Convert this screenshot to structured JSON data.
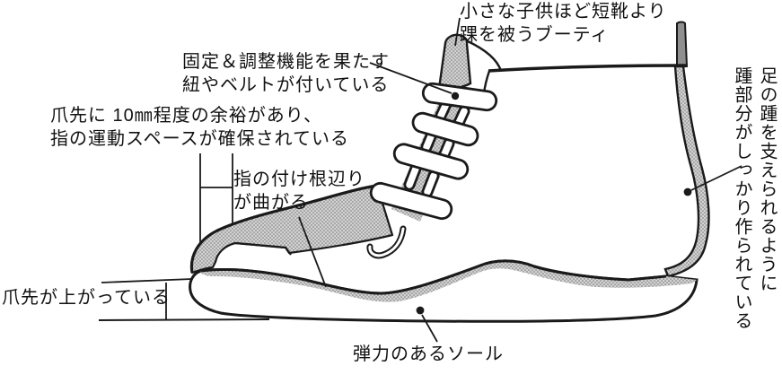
{
  "diagram": {
    "subject": "children-shoe-feature-diagram",
    "colors": {
      "line": "#1a1a1a",
      "shading": "#c9c9c9",
      "background": "#ffffff"
    },
    "labels": {
      "bootie": "小さな子供ほど短靴より\n踝を被うブーティ",
      "lacing": "固定＆調整機能を果たす\n紐やベルトが付いている",
      "toe_room": "爪先に 10㎜程度の余裕があり、\n指の運動スペースが確保されている",
      "ball_flex": "指の付け根辺り\nが曲がる",
      "toe_spring": "爪先が上がっている",
      "sole": "弾力のあるソール",
      "heel_support": "足の踵を支えられるように\n踵部分がしっかり作られている"
    }
  }
}
